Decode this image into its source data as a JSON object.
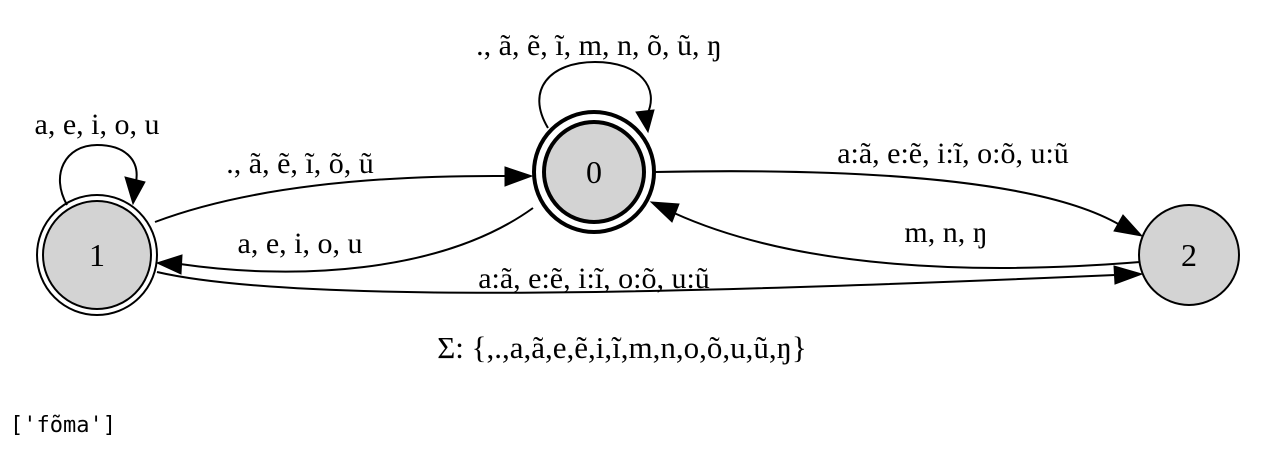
{
  "diagram": {
    "states": [
      {
        "id": "0",
        "label": "0",
        "final": true,
        "initial": true
      },
      {
        "id": "1",
        "label": "1",
        "final": true,
        "initial": false
      },
      {
        "id": "2",
        "label": "2",
        "final": false,
        "initial": false
      }
    ],
    "edges": [
      {
        "from": "0",
        "to": "0",
        "label": "., ã, ẽ, ĩ, m, n, õ, ũ, ŋ"
      },
      {
        "from": "1",
        "to": "1",
        "label": "a, e, i, o, u"
      },
      {
        "from": "1",
        "to": "0",
        "label": "., ã, ẽ, ĩ, õ, ũ"
      },
      {
        "from": "0",
        "to": "1",
        "label": "a, e, i, o, u"
      },
      {
        "from": "0",
        "to": "2",
        "label": "a:ã, e:ẽ, i:ĩ, o:õ, u:ũ"
      },
      {
        "from": "2",
        "to": "0",
        "label": "m, n, ŋ"
      },
      {
        "from": "1",
        "to": "2",
        "label": "a:ã, e:ẽ, i:ĩ, o:õ, u:ũ"
      }
    ],
    "alphabet": "Σ: {,.,a,ã,e,ẽ,i,ĩ,m,n,o,õ,u,ũ,ŋ}"
  },
  "output": "['fõma']"
}
